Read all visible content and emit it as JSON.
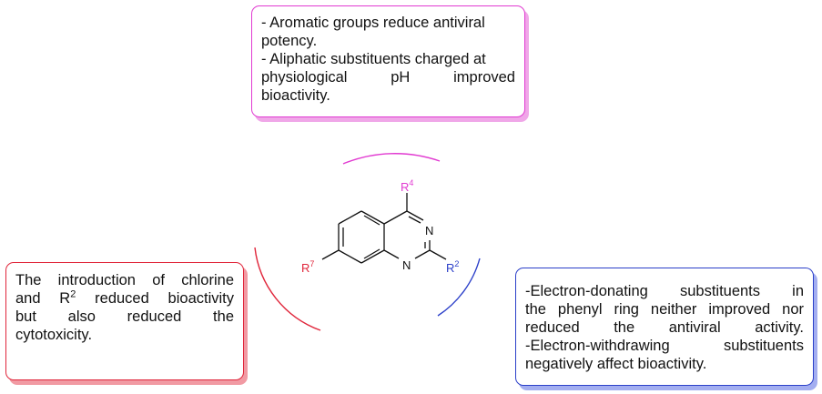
{
  "colors": {
    "r4": "#e13ad1",
    "r7": "#e0263b",
    "r2": "#2b3fc9"
  },
  "boxes": {
    "top": {
      "lines": [
        "- Aromatic groups reduce antiviral",
        "potency.",
        "- Aliphatic substituents charged at",
        "physiological pH improved",
        "bioactivity."
      ]
    },
    "left": {
      "line1": "The introduction of chlorine",
      "line2_pre": "and R",
      "line2_sup": "2",
      "line2_post": " reduced bioactivity",
      "line3": "but also reduced the",
      "line4": "cytotoxicity."
    },
    "right": {
      "lines": [
        "-Electron-donating substituents in",
        "the phenyl ring neither improved nor",
        "reduced the antiviral activity.",
        "-Electron-withdrawing substituents",
        "negatively affect bioactivity."
      ]
    }
  },
  "molecule": {
    "r4_base": "R",
    "r4_sup": "4",
    "r7_base": "R",
    "r7_sup": "7",
    "r2_base": "R",
    "r2_sup": "2",
    "n1": "N",
    "n3": "N"
  }
}
